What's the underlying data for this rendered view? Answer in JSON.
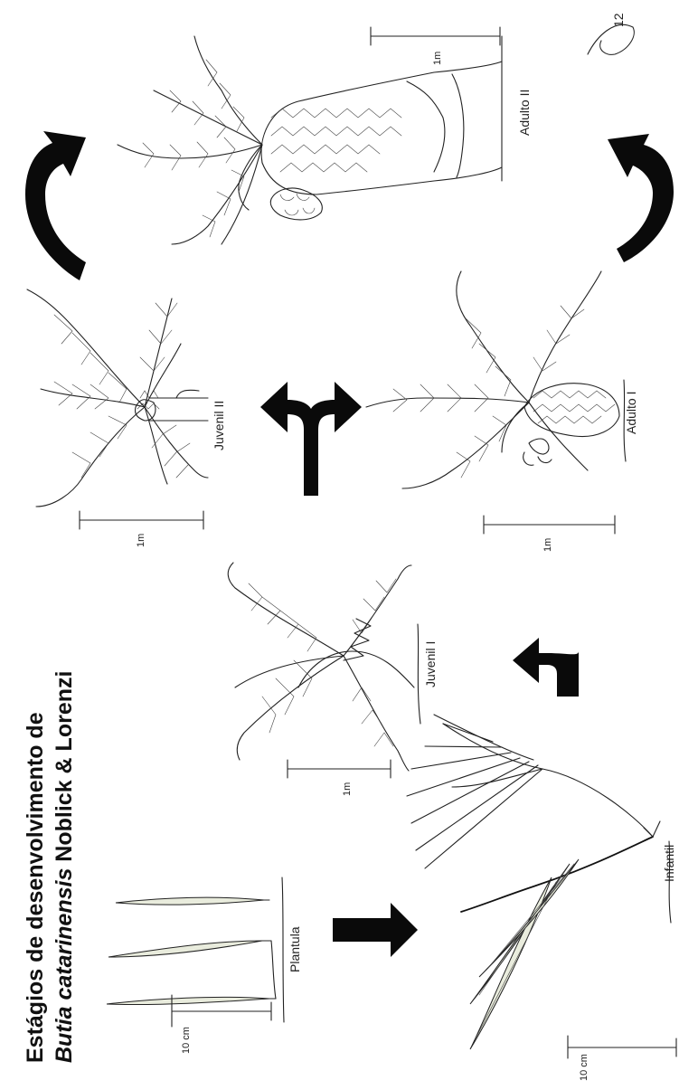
{
  "title": {
    "line1": "Estágios de desenvolvimento de",
    "line2_species": "Butia catarinensis",
    "line2_authors": " Noblick & Lorenzi"
  },
  "stages": {
    "plantula": "Plantula",
    "infantil": "Infantil",
    "juvenil_1": "Juvenil I",
    "juvenil_2": "Juvenil II",
    "adulto_1": "Adulto I",
    "adulto_2": "Adulto II"
  },
  "scales": {
    "plantula": "10 cm",
    "infantil": "10 cm",
    "juvenil_1": "1m",
    "juvenil_2": "1m",
    "adulto_1": "1m",
    "adulto_2": "1m"
  },
  "corner_mark": "12",
  "colors": {
    "ink": "#111111",
    "leaf_fill": "#e9ecdd",
    "background": "#ffffff"
  }
}
